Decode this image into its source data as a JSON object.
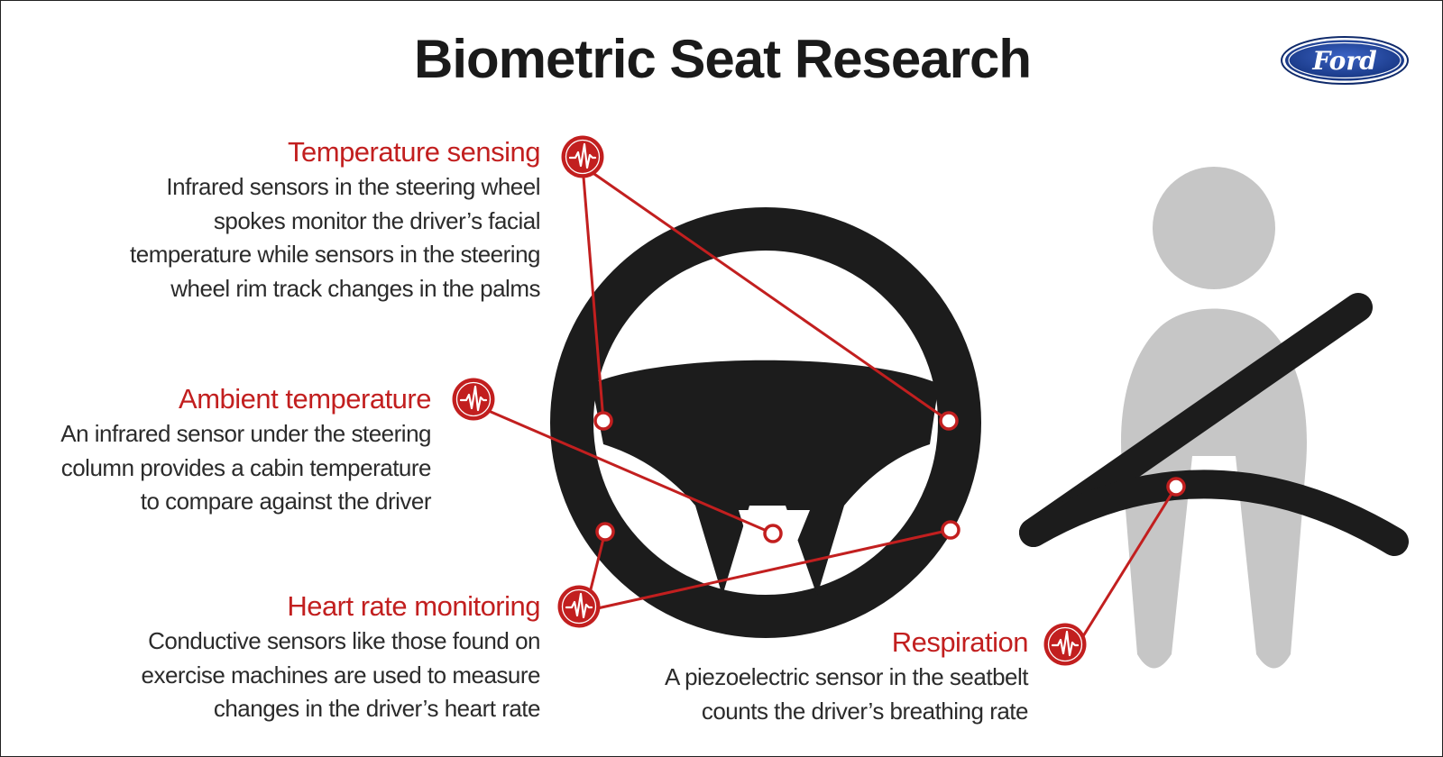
{
  "title": "Biometric Seat Research",
  "logo": {
    "text": "Ford"
  },
  "colors": {
    "accent": "#c21f1f",
    "wheel": "#1c1c1c",
    "figure": "#c6c6c6",
    "logo_blue": "#1b3c8f"
  },
  "icons": {
    "sensor_marker": "heartbeat-icon"
  },
  "annotations": {
    "temperature": {
      "heading": "Temperature sensing",
      "lines": [
        "Infrared sensors in the steering wheel",
        "spokes monitor the driver’s facial",
        "temperature while sensors in the steering",
        "wheel rim track changes in the palms"
      ]
    },
    "ambient": {
      "heading": "Ambient temperature",
      "lines": [
        "An infrared sensor under the steering",
        "column provides a cabin temperature",
        "to compare against the driver"
      ]
    },
    "heart": {
      "heading": "Heart rate monitoring",
      "lines": [
        "Conductive sensors like those found on",
        "exercise machines are used to measure",
        "changes in the driver’s heart rate"
      ]
    },
    "respiration": {
      "heading": "Respiration",
      "lines": [
        "A piezoelectric sensor in the seatbelt",
        "counts the driver’s breathing rate"
      ]
    }
  }
}
